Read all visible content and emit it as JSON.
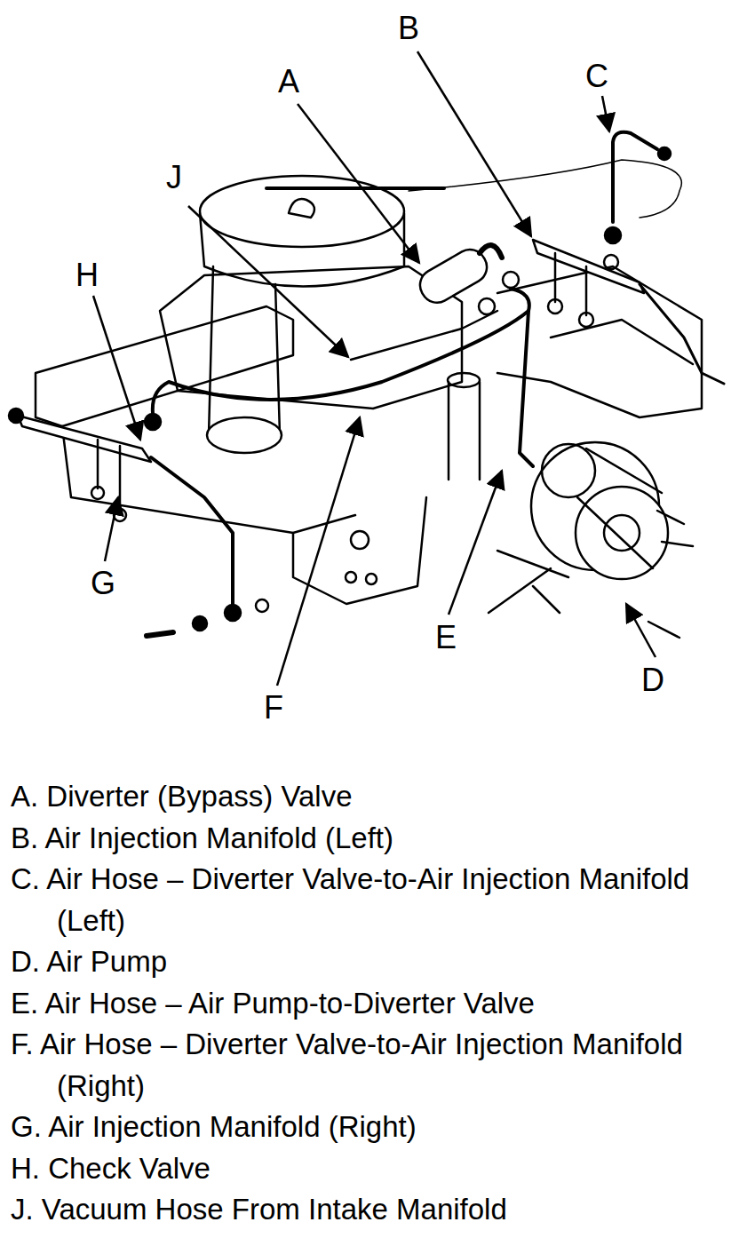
{
  "diagram": {
    "labels": [
      "B",
      "A",
      "C",
      "J",
      "H",
      "G",
      "F",
      "E",
      "D",
      "A. Diverter (Bypass) Valve",
      "B. Air Injection Manifold (Left)",
      "C. Air Hose – Diverter Valve-to-Air Injection Manifold (Left)",
      "D. Air Pump",
      "E. Air Hose – Air Pump-to-Diverter Valve",
      "F. Air Hose – Diverter Valve-to-Air Injection Manifold (Right)",
      "G. Air Injection Manifold (Right)",
      "H. Check Valve",
      "J. Vacuum Hose From Intake Manifold"
    ]
  }
}
